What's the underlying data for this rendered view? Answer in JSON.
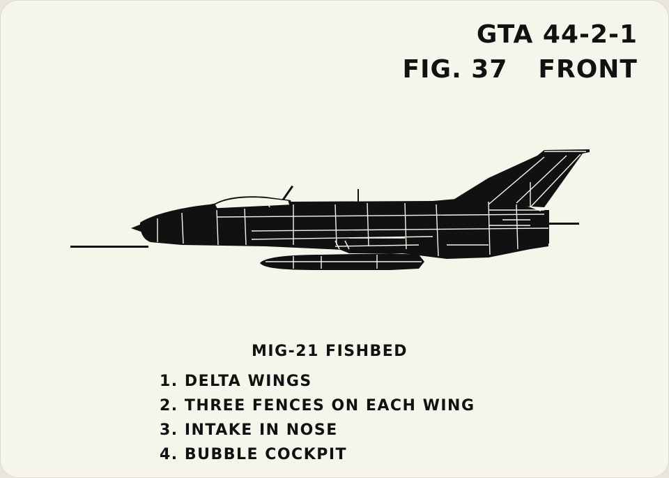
{
  "header": {
    "gta_label": "GTA 44-2-1",
    "figure_label": "FIG. 37",
    "side_label": "FRONT"
  },
  "aircraft": {
    "icon": "fighter-jet-silhouette-icon",
    "color": "#111111"
  },
  "caption": {
    "title": "MIG-21 FISHBED",
    "features": [
      "1. DELTA WINGS",
      "2. THREE FENCES ON EACH WING",
      "3. INTAKE IN NOSE",
      "4. BUBBLE COCKPIT"
    ]
  }
}
